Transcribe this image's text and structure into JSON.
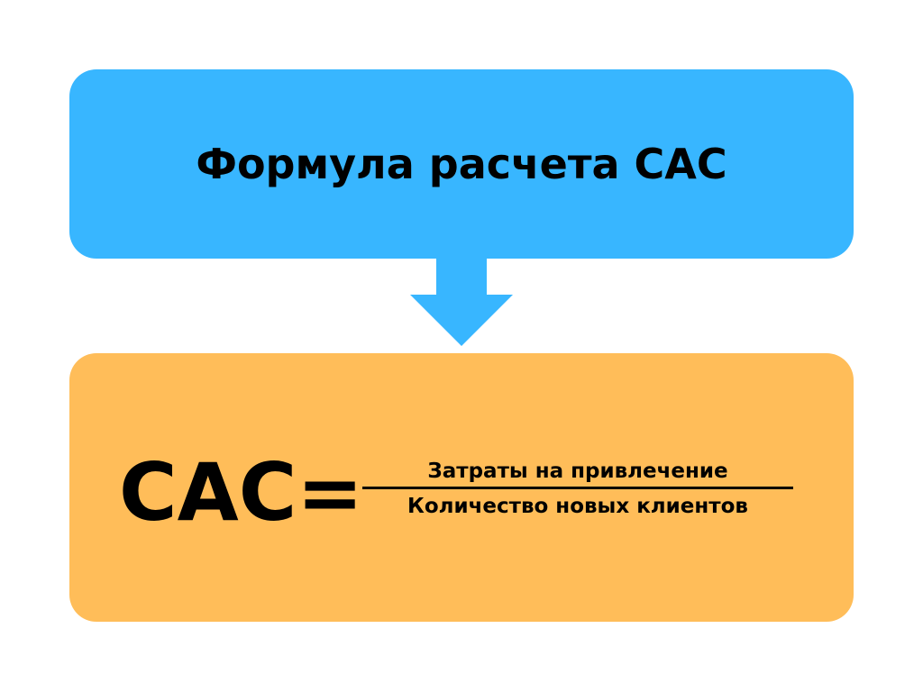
{
  "header": {
    "title": "Формула расчета CAC"
  },
  "formula": {
    "lhs": "CAC=",
    "numerator": "Затраты на привлечение",
    "denominator": "Количество новых клиентов"
  },
  "colors": {
    "header_bg": "#38b6ff",
    "formula_bg": "#ffbd59"
  }
}
